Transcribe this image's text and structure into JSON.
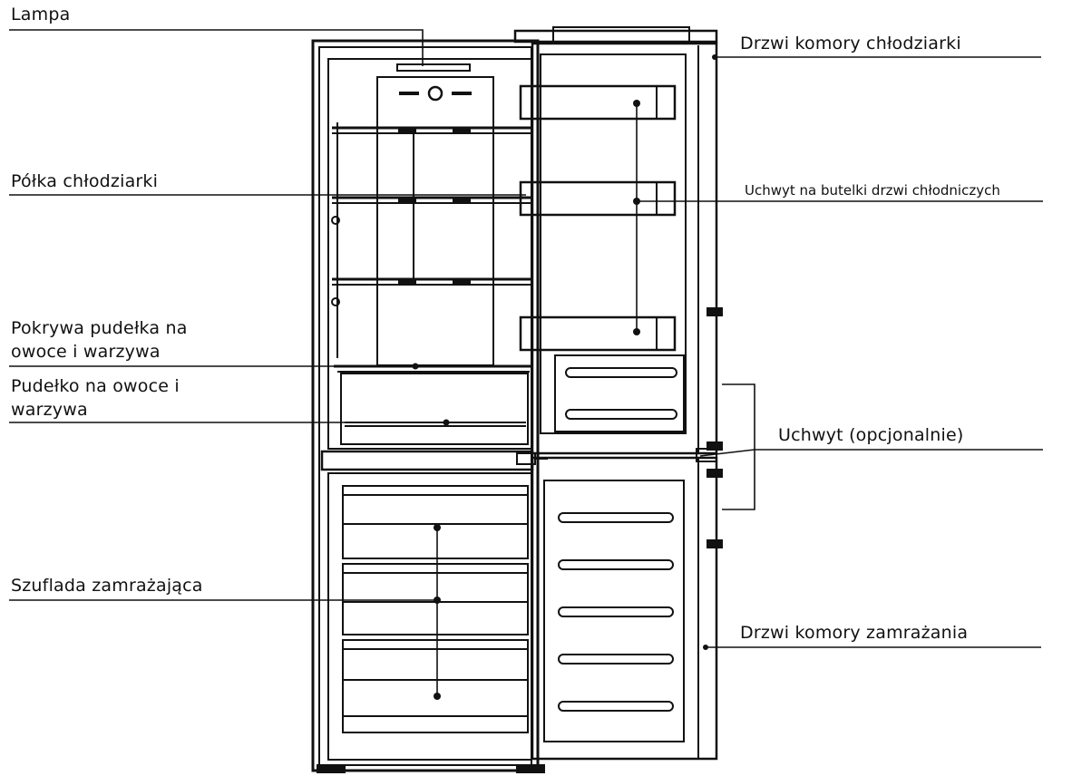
{
  "labels": {
    "lamp": "Lampa",
    "fridge_door": "Drzwi komory chłodziarki",
    "fridge_shelf": "Półka chłodziarki",
    "bottle_holder": "Uchwyt na butelki drzwi chłodniczych",
    "crisper_cover_line1": "Pokrywa pudełka na",
    "crisper_cover_line2": "owoce i warzywa",
    "crisper_box_line1": "Pudełko na owoce i",
    "crisper_box_line2": "warzywa",
    "handle": "Uchwyt (opcjonalnie)",
    "freezer_drawer": "Szuflada zamrażająca",
    "freezer_door": "Drzwi komory zamrażania"
  },
  "colors": {
    "stroke": "#111111",
    "background": "#ffffff"
  }
}
